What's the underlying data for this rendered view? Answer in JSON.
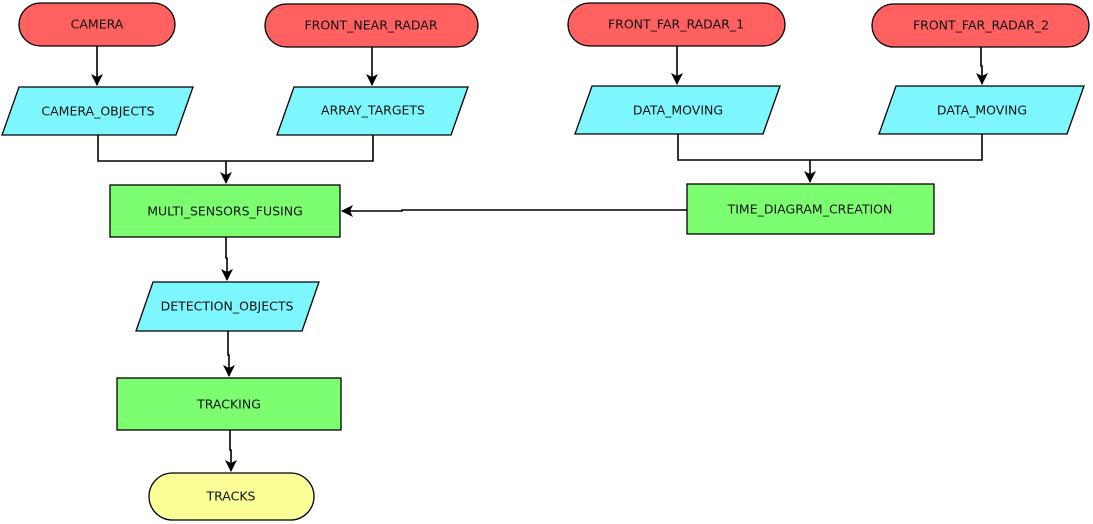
{
  "colors": {
    "source": "#ff6161",
    "data": "#7df6fe",
    "process": "#7dfe70",
    "sink": "#fbfd97",
    "stroke": "#000000"
  },
  "nodes": {
    "camera": "CAMERA",
    "front_near_radar": "FRONT_NEAR_RADAR",
    "front_far_radar_1": "FRONT_FAR_RADAR_1",
    "front_far_radar_2": "FRONT_FAR_RADAR_2",
    "camera_objects": "CAMERA_OBJECTS",
    "array_targets": "ARRAY_TARGETS",
    "data_moving_1": "DATA_MOVING",
    "data_moving_2": "DATA_MOVING",
    "multi_sensors_fusing": "MULTI_SENSORS_FUSING",
    "time_diagram_creation": "TIME_DIAGRAM_CREATION",
    "detection_objects": "DETECTION_OBJECTS",
    "tracking": "TRACKING",
    "tracks": "TRACKS"
  }
}
